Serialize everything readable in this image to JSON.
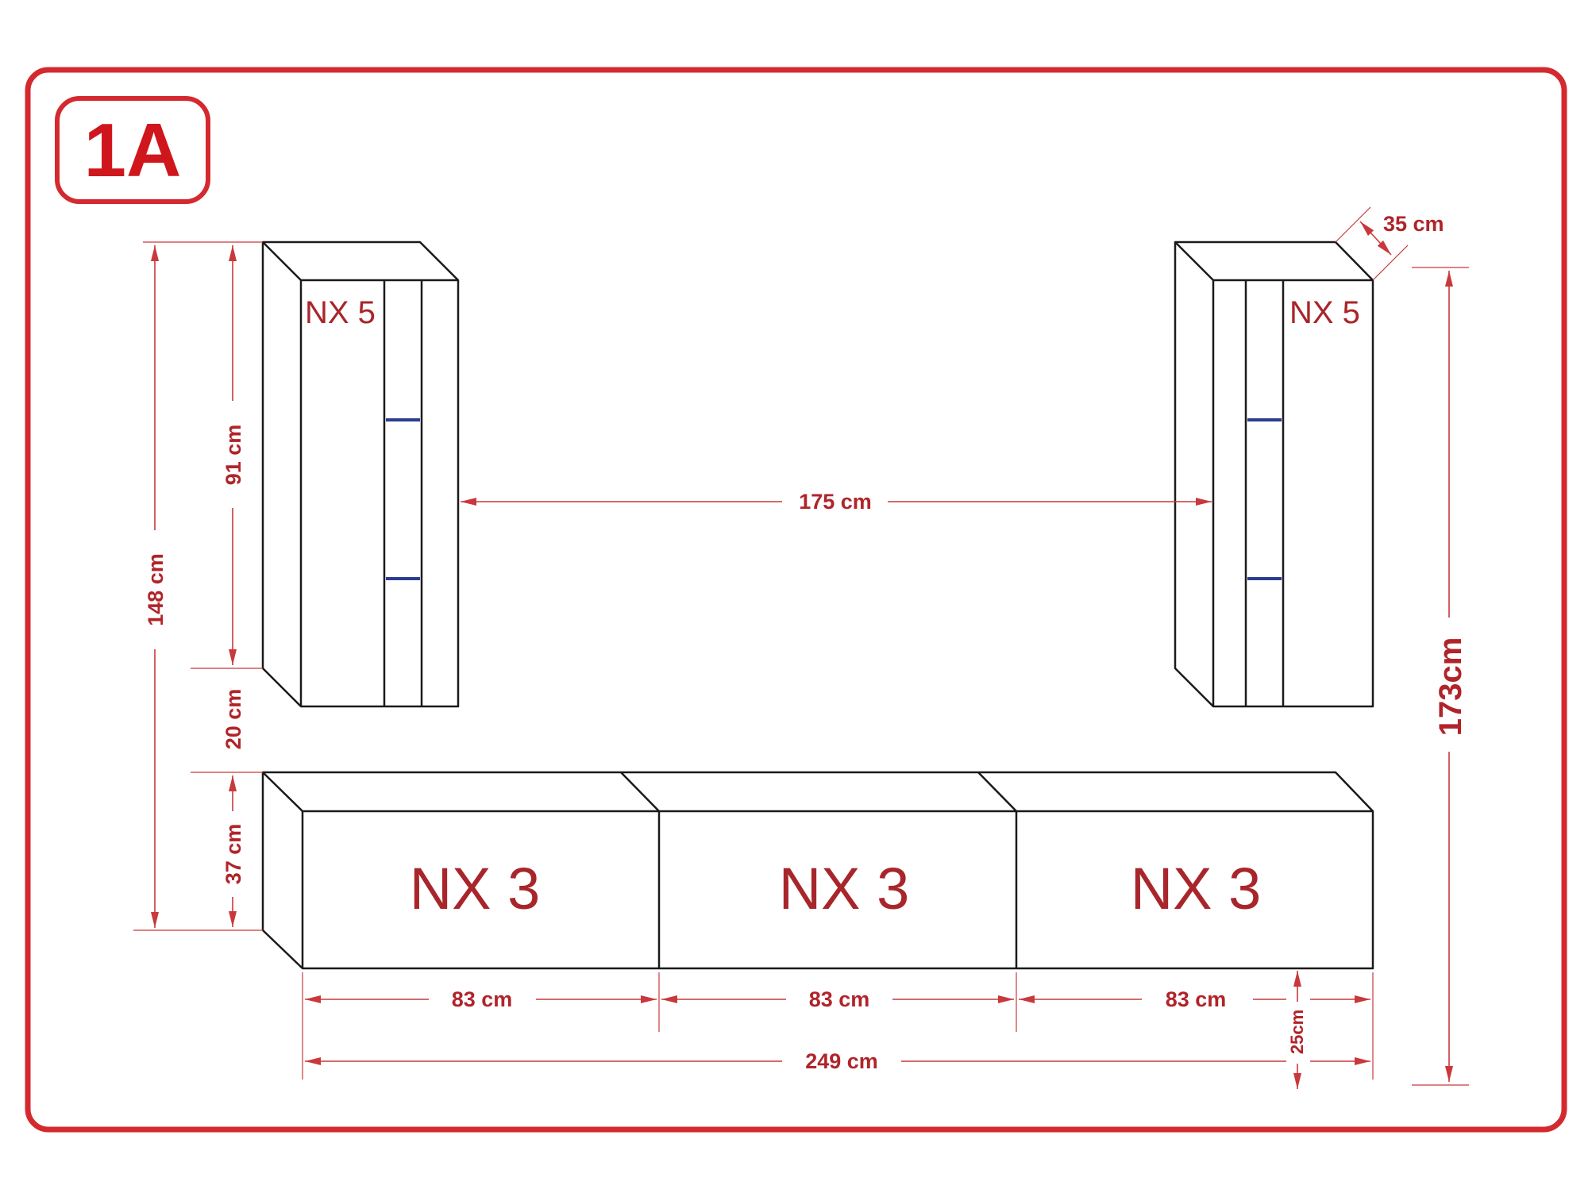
{
  "badge": {
    "text": "1A"
  },
  "colors": {
    "frame": "#d42a2f",
    "dimension": "#c9383c",
    "text": "#b0242a",
    "shelf_light": "#2b3d8f",
    "outline": "#1a1a1a"
  },
  "units": {
    "left_tall": {
      "label": "NX 5"
    },
    "right_tall": {
      "label": "NX 5"
    },
    "low_1": {
      "label": "NX 3"
    },
    "low_2": {
      "label": "NX 3"
    },
    "low_3": {
      "label": "NX 3"
    }
  },
  "dimensions": {
    "depth": "35 cm",
    "gap_between_tall": "175 cm",
    "tall_height": "91 cm",
    "overall_left": "148 cm",
    "gap_vertical": "20 cm",
    "low_height": "37 cm",
    "overall_right": "173cm",
    "low_width_1": "83 cm",
    "low_width_2": "83 cm",
    "low_width_3": "83 cm",
    "total_width": "249 cm",
    "floor_clearance": "25cm"
  }
}
